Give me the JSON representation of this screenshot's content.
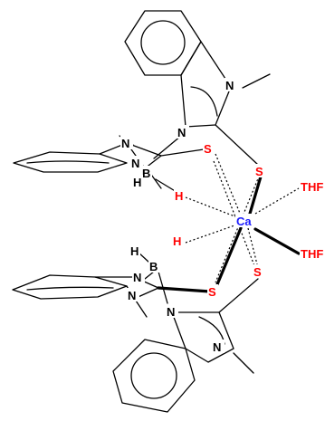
{
  "colors": {
    "bond": "#000000",
    "heteroatom_red": "#ff0000",
    "metal_blue": "#1a1aff",
    "background": "#ffffff"
  },
  "labels": {
    "n_top_right": "N",
    "n_top_left": "N",
    "n_top_methyl": "N",
    "n_top_b": "N",
    "b_top": "B",
    "h_top_b": "H",
    "s_top_left": "S",
    "s_top_right": "S",
    "h_top_red": "H",
    "thf_top": "THF",
    "ca": "Ca",
    "h_bottom_red": "H",
    "thf_bottom": "THF",
    "h_bottom_b": "H",
    "b_bottom": "B",
    "n_bottom_b": "N",
    "n_bottom_methyl": "N",
    "s_bottom_left": "S",
    "s_bottom_right": "S",
    "n_bottom_left": "N",
    "n_bottom_right": "N"
  }
}
